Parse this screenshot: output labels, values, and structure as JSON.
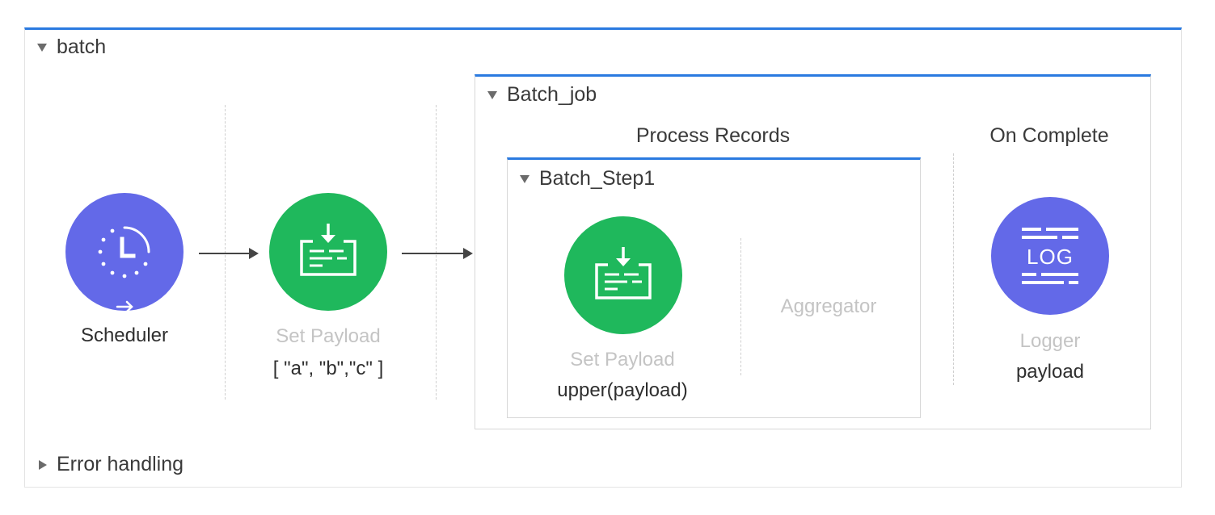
{
  "flow": {
    "name": "batch"
  },
  "colors": {
    "scheduler": "#6369e8",
    "set_payload": "#1fb85c",
    "logger": "#6369e8",
    "scope_border": "#2a7ae0"
  },
  "scheduler": {
    "label": "Scheduler",
    "icon": "clock-icon"
  },
  "set_payload_1": {
    "label": "Set Payload",
    "value": "[ \"a\", \"b\",\"c\" ]",
    "icon": "set-payload-icon"
  },
  "batch_job": {
    "name": "Batch_job",
    "process_records": "Process Records",
    "on_complete": "On Complete",
    "batch_step": {
      "name": "Batch_Step1",
      "set_payload": {
        "label": "Set Payload",
        "value": "upper(payload)"
      },
      "aggregator": "Aggregator"
    },
    "logger": {
      "label": "Logger",
      "value": "payload",
      "icon_text": "LOG"
    }
  },
  "error_handling": "Error handling"
}
